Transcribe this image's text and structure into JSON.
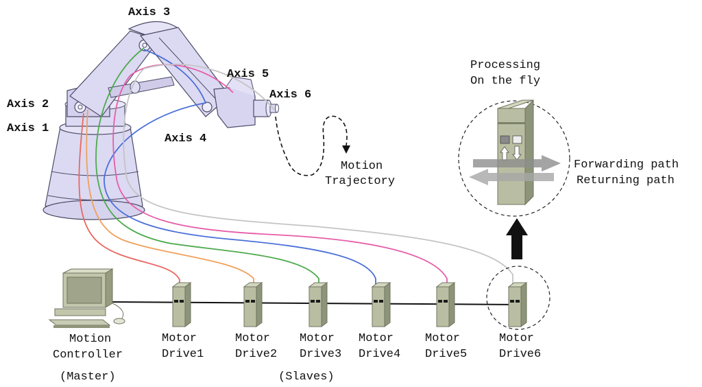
{
  "axes": {
    "axis1": "Axis 1",
    "axis2": "Axis 2",
    "axis3": "Axis 3",
    "axis4": "Axis 4",
    "axis5": "Axis 5",
    "axis6": "Axis 6"
  },
  "trajectory": {
    "line1": "Motion",
    "line2": "Trajectory"
  },
  "processing": {
    "line1": "Processing",
    "line2": "On the fly"
  },
  "paths": {
    "forwarding": "Forwarding path",
    "returning": "Returning path"
  },
  "controller": {
    "line1": "Motion",
    "line2": "Controller",
    "role": "(Master)"
  },
  "slaves_label": "(Slaves)",
  "drives": [
    {
      "line1": "Motor",
      "line2": "Drive1"
    },
    {
      "line1": "Motor",
      "line2": "Drive2"
    },
    {
      "line1": "Motor",
      "line2": "Drive3"
    },
    {
      "line1": "Motor",
      "line2": "Drive4"
    },
    {
      "line1": "Motor",
      "line2": "Drive5"
    },
    {
      "line1": "Motor",
      "line2": "Drive6"
    }
  ],
  "colors": {
    "robot_fill": "#dcd9f2",
    "robot_stroke": "#4a4a66",
    "drive_fill": "#b9bea2",
    "drive_dark": "#8e9479",
    "cable_drive1": "#e8675f",
    "cable_drive2": "#f0a05a",
    "cable_drive3": "#4caa4c",
    "cable_drive4": "#4a6fd8",
    "cable_drive5": "#e65da8",
    "cable_drive6": "#c4c4c4"
  }
}
